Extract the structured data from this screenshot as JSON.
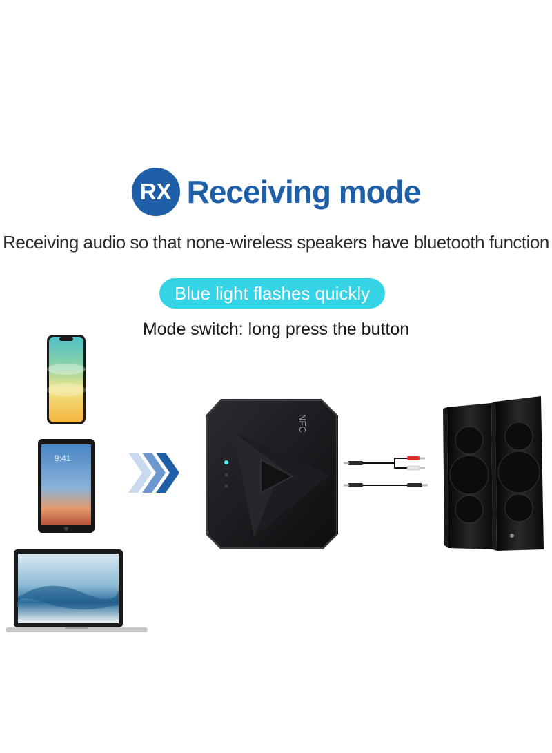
{
  "header": {
    "badge": "RX",
    "title": "Receiving mode"
  },
  "description": "Receiving audio so that none-wireless speakers have bluetooth function",
  "indicator": {
    "label": "Blue light flashes quickly",
    "color": "#35d3e6"
  },
  "instruction": "Mode switch: long press the button",
  "receiver": {
    "nfc_label": "NFC"
  },
  "colors": {
    "brand": "#1f5fa8",
    "arrow_light": "#c9d9ef",
    "arrow_dark": "#1f5fa8"
  }
}
